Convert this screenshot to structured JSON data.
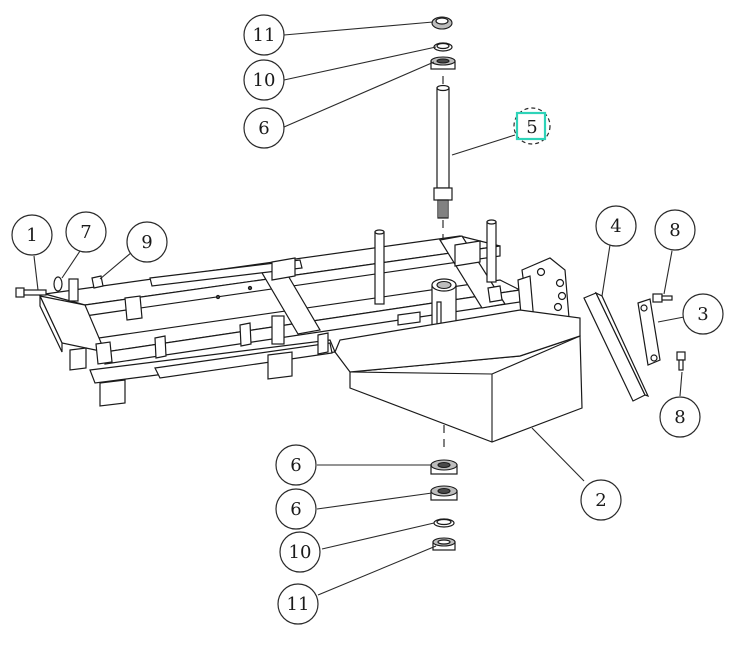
{
  "accent_color": "#2ed3b8",
  "balloons": [
    {
      "id": "b11-top",
      "label": "11"
    },
    {
      "id": "b10-top",
      "label": "10"
    },
    {
      "id": "b6-top",
      "label": "6"
    },
    {
      "id": "b5",
      "label": "5",
      "highlighted": true
    },
    {
      "id": "b1",
      "label": "1"
    },
    {
      "id": "b7",
      "label": "7"
    },
    {
      "id": "b9",
      "label": "9"
    },
    {
      "id": "b4",
      "label": "4"
    },
    {
      "id": "b8-top",
      "label": "8"
    },
    {
      "id": "b3",
      "label": "3"
    },
    {
      "id": "b8-bottom",
      "label": "8"
    },
    {
      "id": "b2",
      "label": "2"
    },
    {
      "id": "b6-bottom-1",
      "label": "6"
    },
    {
      "id": "b6-bottom-2",
      "label": "6"
    },
    {
      "id": "b10-bottom",
      "label": "10"
    },
    {
      "id": "b11-bottom",
      "label": "11"
    }
  ]
}
